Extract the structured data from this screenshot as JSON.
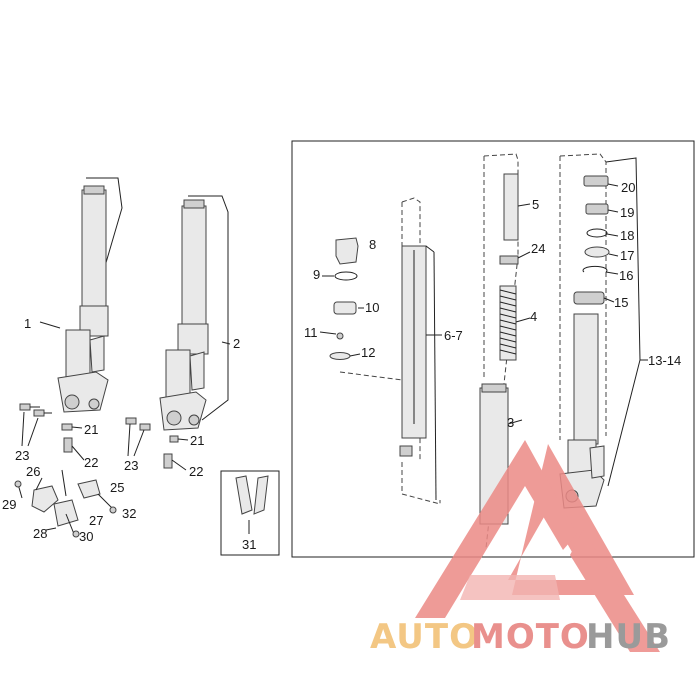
{
  "diagram": {
    "part_numbers": {
      "p1": "1",
      "p2": "2",
      "p3": "3",
      "p4": "4",
      "p5": "5",
      "p6_7": "6-7",
      "p8": "8",
      "p9": "9",
      "p10": "10",
      "p11": "11",
      "p12": "12",
      "p13_14": "13-14",
      "p15": "15",
      "p16": "16",
      "p17": "17",
      "p18": "18",
      "p19": "19",
      "p20": "20",
      "p21a": "21",
      "p21b": "21",
      "p22a": "22",
      "p22b": "22",
      "p23a": "23",
      "p23b": "23",
      "p24": "24",
      "p25": "25",
      "p26": "26",
      "p27": "27",
      "p28": "28",
      "p29": "29",
      "p30": "30",
      "p31": "31",
      "p32": "32"
    }
  },
  "watermark": {
    "part_auto": "AUTO",
    "part_moto": "MOTO",
    "part_hub": "HUB",
    "colors": {
      "auto": "#f3c784",
      "moto": "#e9908d",
      "hub": "#9a9a9a",
      "triangle": "#ec8a86"
    }
  }
}
